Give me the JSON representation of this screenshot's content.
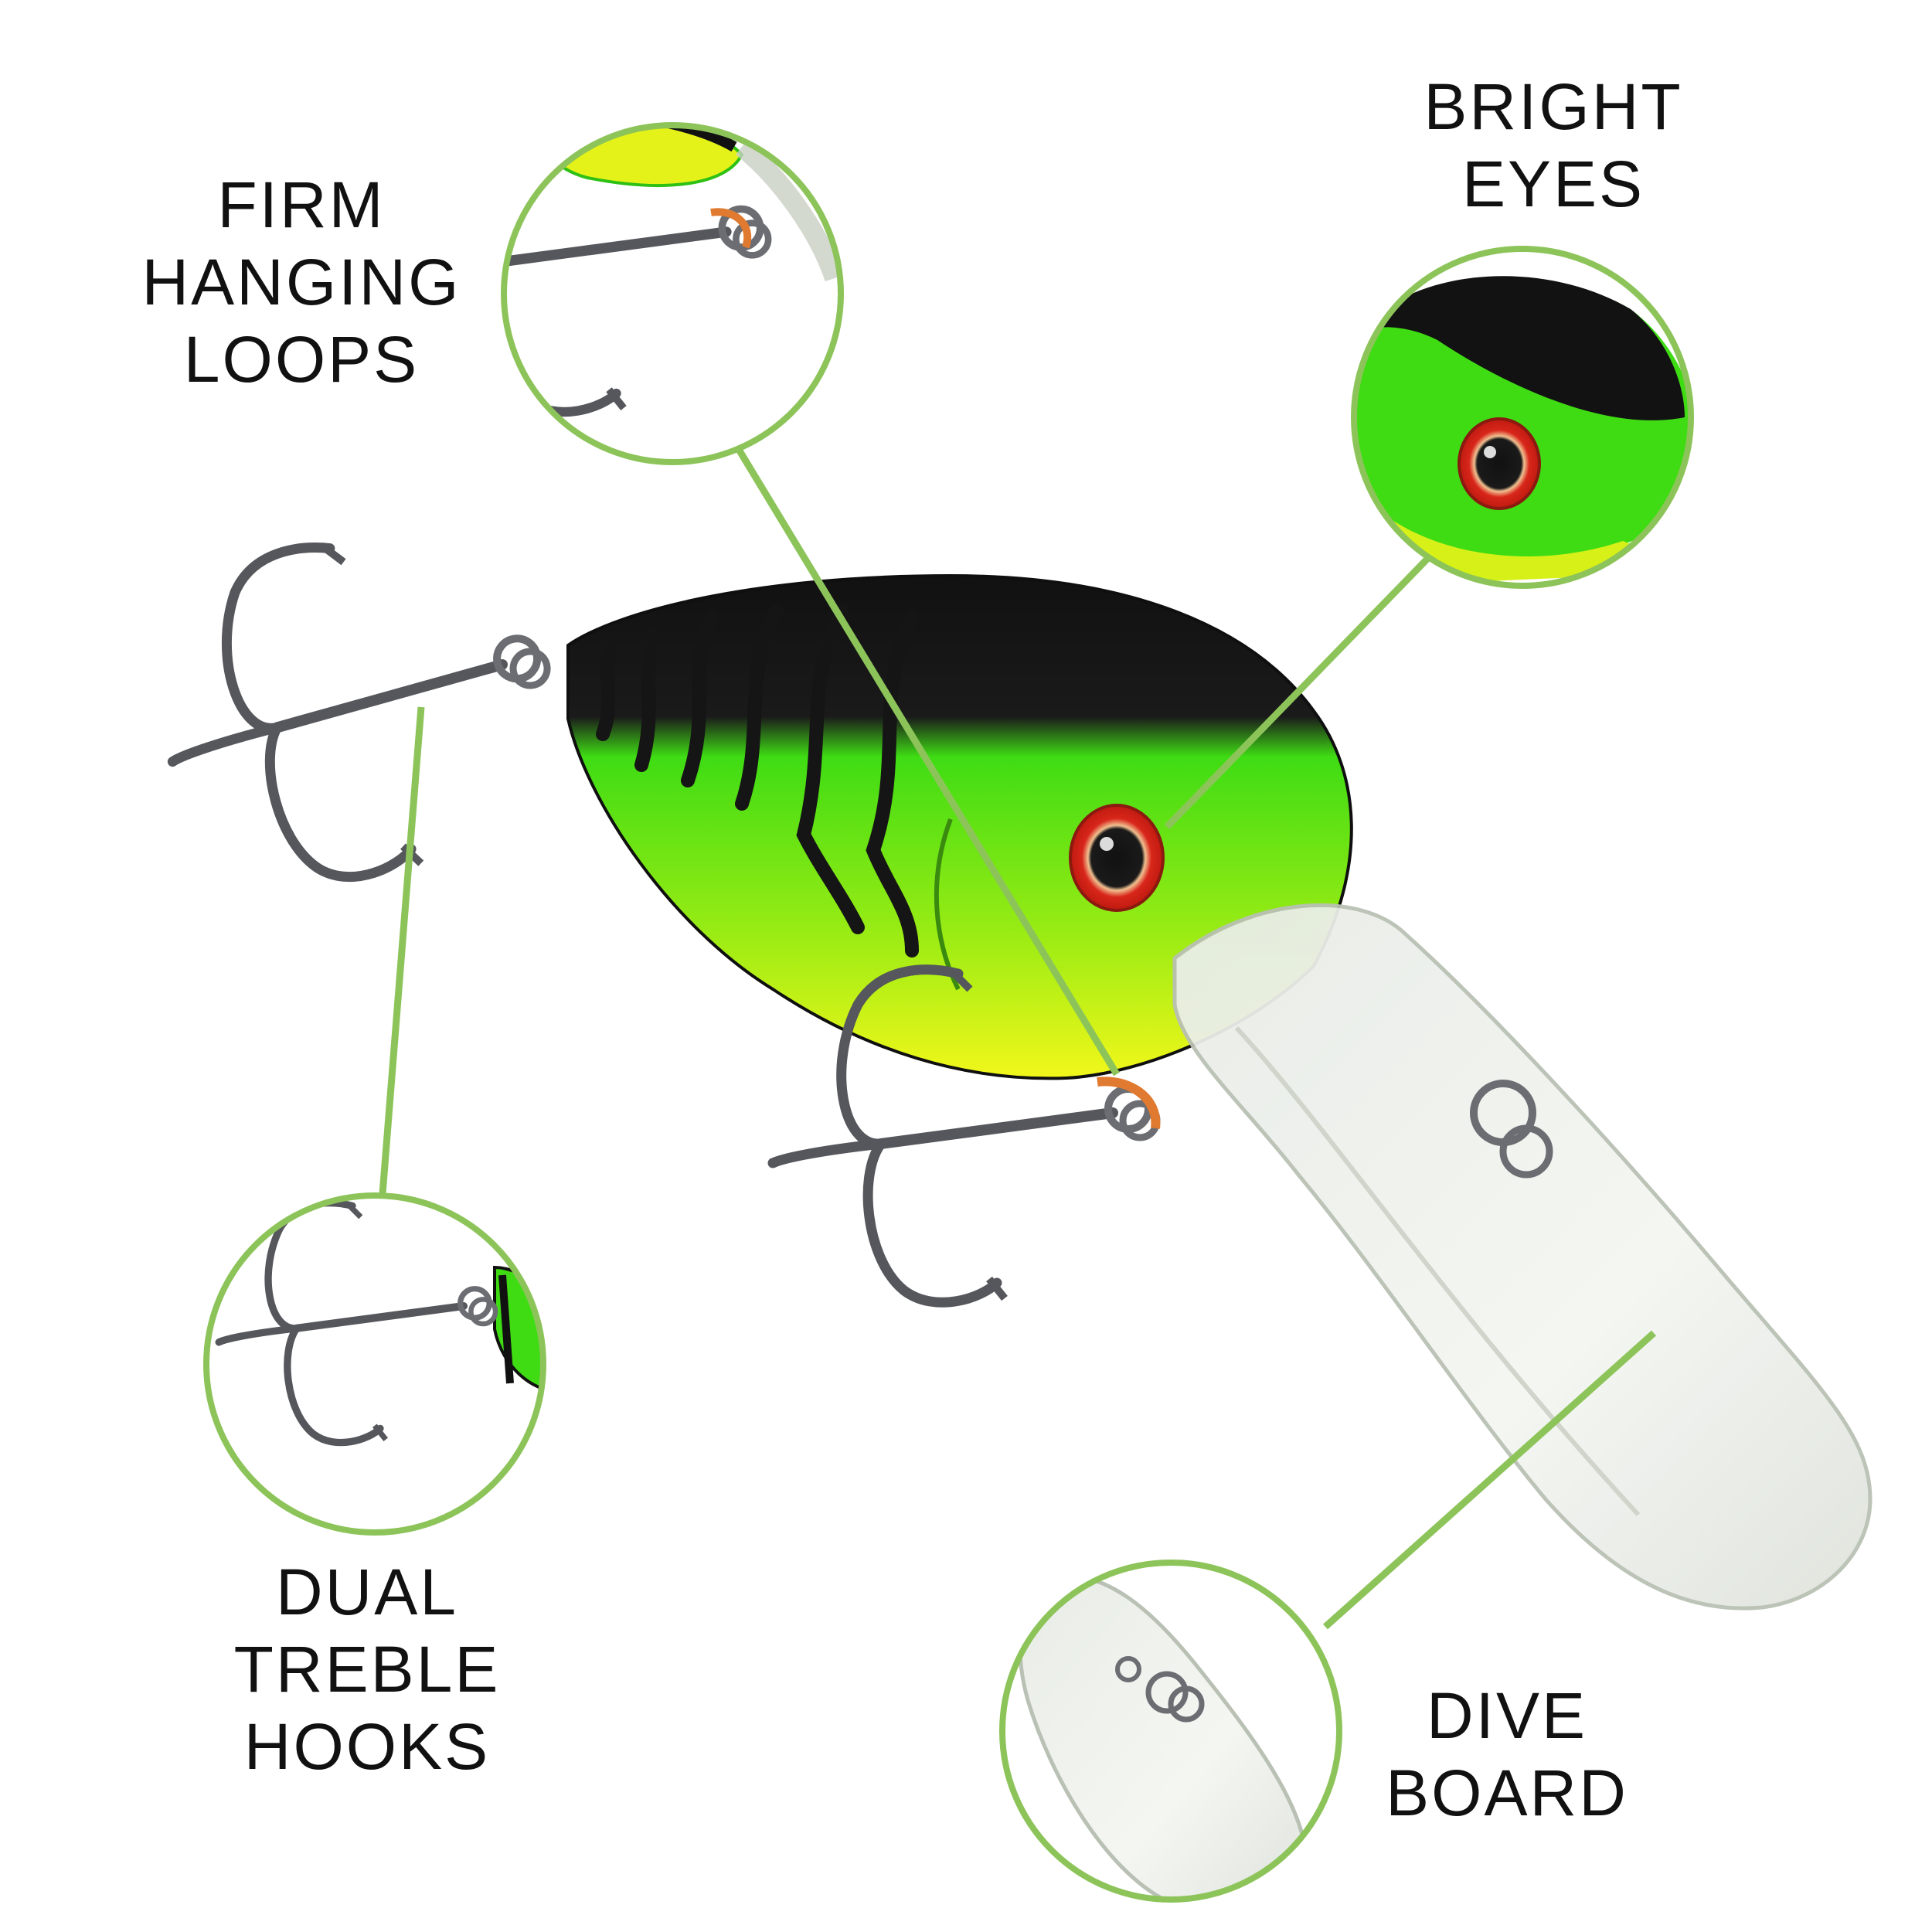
{
  "colors": {
    "accent": "#8dc45a",
    "text": "#111111",
    "lure_green": "#3fdc14",
    "lure_yellow": "#e9f516",
    "lure_black": "#111111",
    "eye_red": "#d8261a",
    "hook_metal": "#55575c"
  },
  "callouts": [
    {
      "id": "firm-hanging-loops",
      "lines": [
        "FIRM",
        "HANGING",
        "LOOPS"
      ]
    },
    {
      "id": "bright-eyes",
      "lines": [
        "BRIGHT",
        "EYES"
      ]
    },
    {
      "id": "dual-treble-hooks",
      "lines": [
        "DUAL",
        "TREBLE",
        "HOOKS"
      ]
    },
    {
      "id": "dive-board",
      "lines": [
        "DIVE",
        "BOARD"
      ]
    }
  ],
  "icons": [
    "treble-hook-icon",
    "crankbait-lure-icon",
    "split-ring-icon"
  ]
}
